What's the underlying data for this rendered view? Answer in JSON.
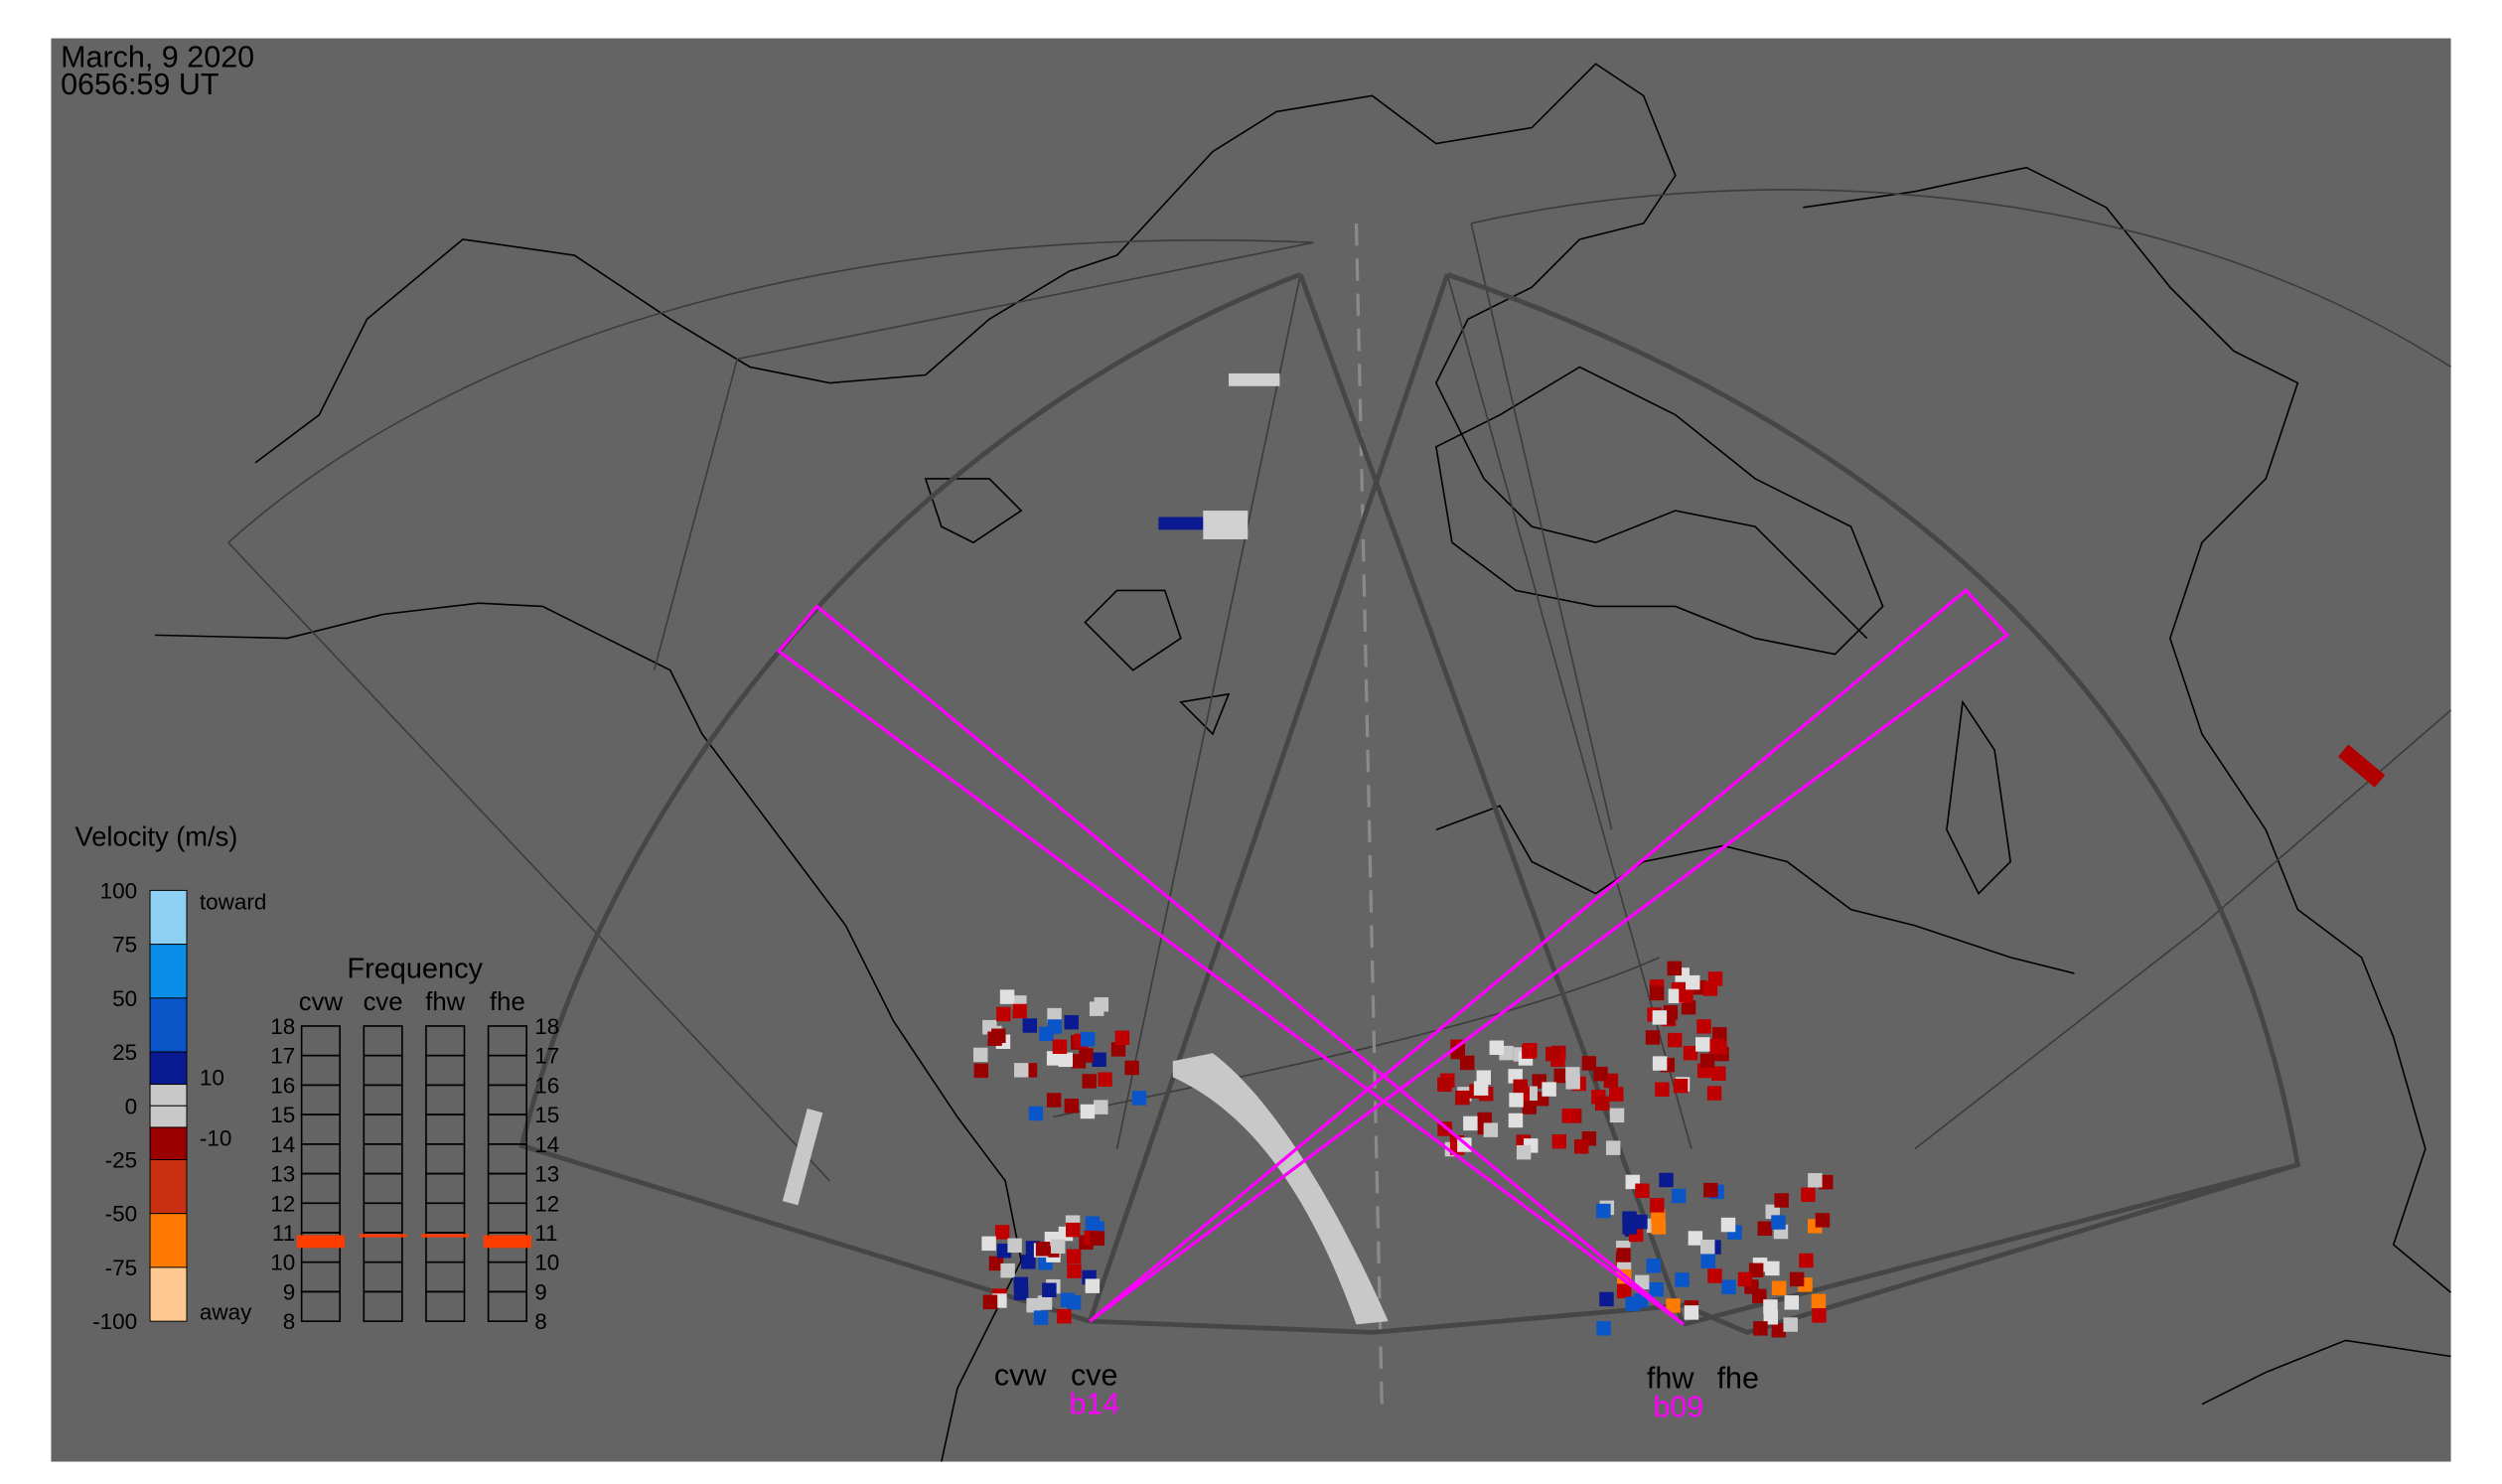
{
  "header": {
    "date": "March, 9 2020",
    "time": "0656:59 UT"
  },
  "velocity_legend": {
    "title": "Velocity (m/s)",
    "ticks": [
      "100",
      "75",
      "50",
      "25",
      "0",
      "-25",
      "-50",
      "-75",
      "-100"
    ],
    "inner_ticks": [
      "10",
      "-10"
    ],
    "toward_label": "toward",
    "away_label": "away",
    "colors": [
      "#8fd0f5",
      "#0a8fe8",
      "#0a55c8",
      "#0a1a90",
      "#c8c8c8",
      "#c8c8c8",
      "#9a0000",
      "#c83010",
      "#ff7a00",
      "#ffc890"
    ]
  },
  "frequency_panel": {
    "title": "Frequency",
    "radars": [
      "cvw",
      "cve",
      "fhw",
      "fhe"
    ],
    "ticks": [
      "18",
      "17",
      "16",
      "15",
      "14",
      "13",
      "12",
      "11",
      "10",
      "9",
      "8"
    ],
    "frequencies_mhz": [
      10.7,
      10.9,
      10.9,
      10.7
    ],
    "marker_color": "#ff3c00"
  },
  "radars": {
    "cv_labels": [
      "cvw",
      "cve"
    ],
    "fh_labels": [
      "fhw",
      "fhe"
    ],
    "cv_beam": "b14",
    "fh_beam": "b09",
    "beam_color": "#ff00ff"
  }
}
